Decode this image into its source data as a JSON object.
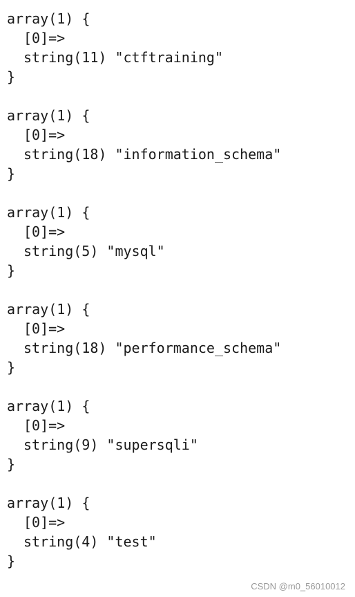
{
  "blocks": [
    {
      "open": "array(1) {",
      "index": "[0]=>",
      "value": "string(11) \"ctftraining\"",
      "close": "}"
    },
    {
      "open": "array(1) {",
      "index": "[0]=>",
      "value": "string(18) \"information_schema\"",
      "close": "}"
    },
    {
      "open": "array(1) {",
      "index": "[0]=>",
      "value": "string(5) \"mysql\"",
      "close": "}"
    },
    {
      "open": "array(1) {",
      "index": "[0]=>",
      "value": "string(18) \"performance_schema\"",
      "close": "}"
    },
    {
      "open": "array(1) {",
      "index": "[0]=>",
      "value": "string(9) \"supersqli\"",
      "close": "}"
    },
    {
      "open": "array(1) {",
      "index": "[0]=>",
      "value": "string(4) \"test\"",
      "close": "}"
    }
  ],
  "watermark": "CSDN @m0_56010012"
}
